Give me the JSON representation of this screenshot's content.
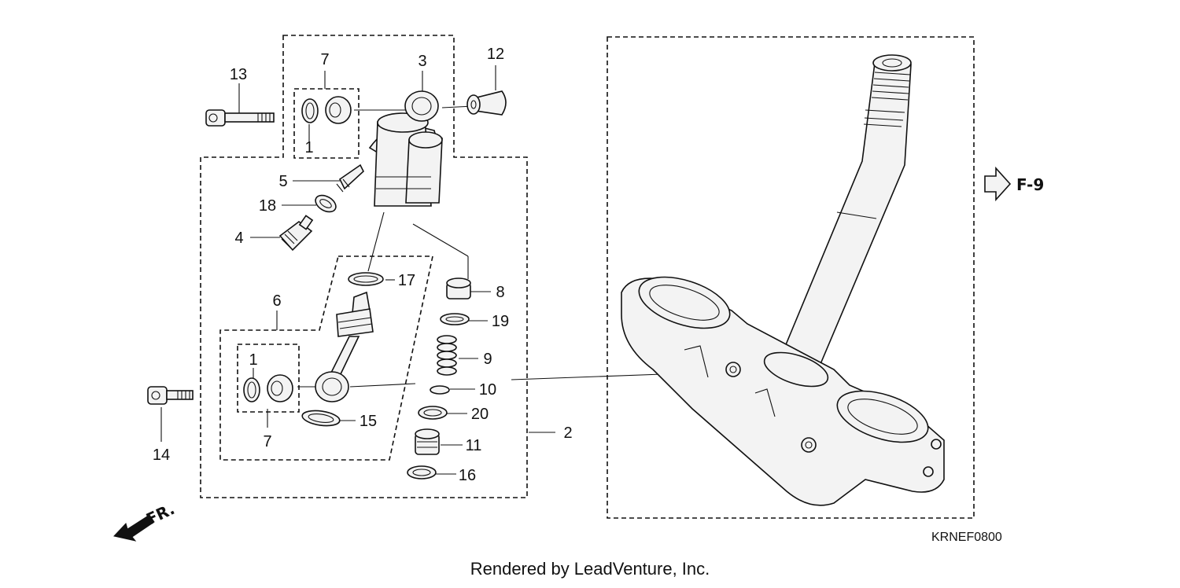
{
  "callouts": {
    "c1a": "1",
    "c1b": "1",
    "c2": "2",
    "c3": "3",
    "c4": "4",
    "c5": "5",
    "c6": "6",
    "c7a": "7",
    "c7b": "7",
    "c8": "8",
    "c9": "9",
    "c10": "10",
    "c11": "11",
    "c12": "12",
    "c13": "13",
    "c14": "14",
    "c15": "15",
    "c16": "16",
    "c17": "17",
    "c18": "18",
    "c19": "19",
    "c20": "20"
  },
  "ref_arrow": "F-9",
  "front_arrow": "FR.",
  "diagram_code": "KRNEF0800",
  "credit": "Rendered by LeadVenture, Inc."
}
